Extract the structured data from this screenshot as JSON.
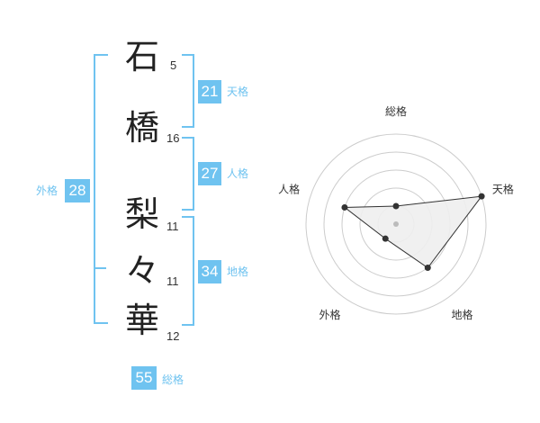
{
  "name": {
    "chars": [
      {
        "char": "石",
        "strokes": "5"
      },
      {
        "char": "橋",
        "strokes": "16"
      },
      {
        "char": "梨",
        "strokes": "11"
      },
      {
        "char": "々",
        "strokes": "11"
      },
      {
        "char": "華",
        "strokes": "12"
      }
    ]
  },
  "fortunes": {
    "tenkaku": {
      "label": "天格",
      "value": "21"
    },
    "jinkaku": {
      "label": "人格",
      "value": "27"
    },
    "chikaku": {
      "label": "地格",
      "value": "34"
    },
    "gaikaku": {
      "label": "外格",
      "value": "28"
    },
    "soukaku": {
      "label": "総格",
      "value": "55"
    }
  },
  "colors": {
    "accent": "#6fc3f0",
    "text": "#222222",
    "radar_fill": "#eeeeee",
    "radar_grid": "#cccccc"
  },
  "chart_data": {
    "type": "radar",
    "axes": [
      "総格",
      "天格",
      "地格",
      "外格",
      "人格"
    ],
    "values": [
      1,
      5,
      3,
      1,
      3
    ],
    "rlim": [
      0,
      5
    ],
    "grid": true
  }
}
